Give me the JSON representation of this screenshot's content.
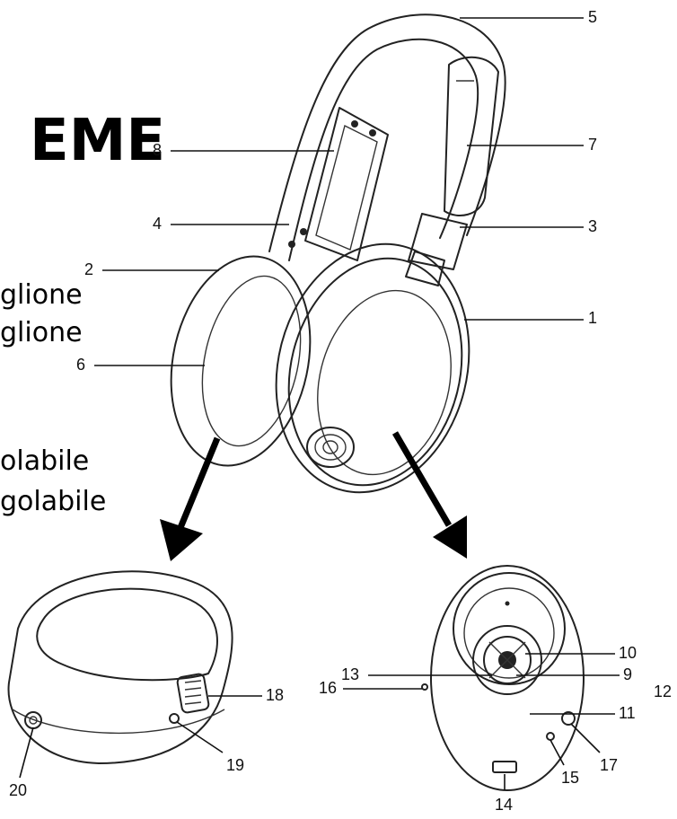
{
  "text_fragments": {
    "title": "EME",
    "line_1": "glione",
    "line_2": "glione",
    "line_3": "olabile",
    "line_4": "golabile"
  },
  "callouts": [
    "1",
    "2",
    "3",
    "4",
    "5",
    "6",
    "7",
    "8",
    "9",
    "10",
    "11",
    "12",
    "13",
    "14",
    "15",
    "16",
    "17",
    "18",
    "19",
    "20"
  ]
}
